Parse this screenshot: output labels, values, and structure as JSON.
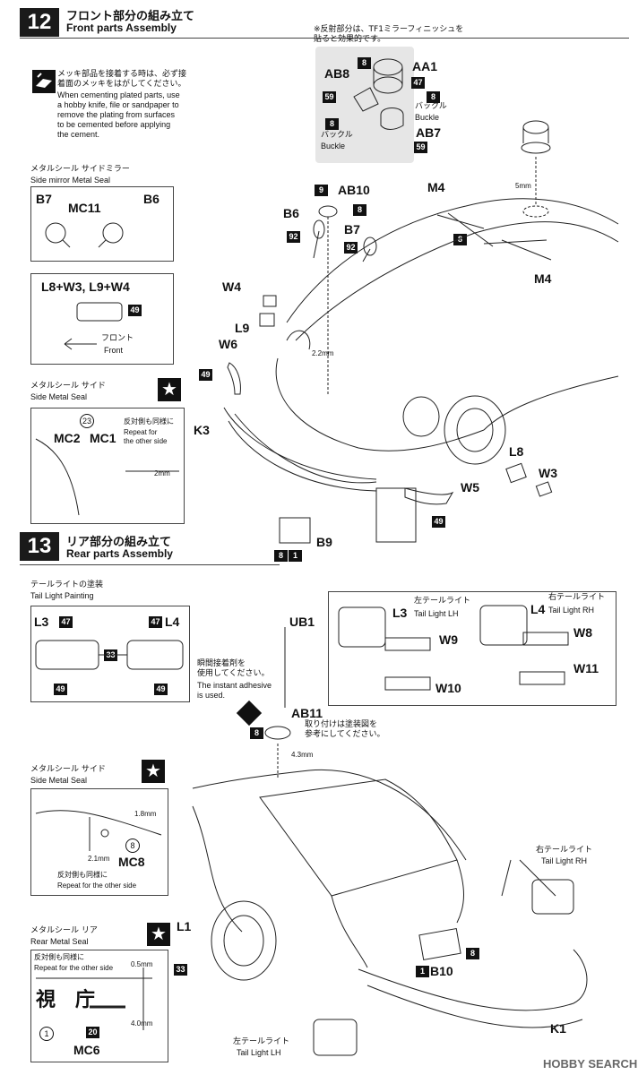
{
  "step12": {
    "number": "12",
    "title_jp": "フロント部分の組み立て",
    "title_en": "Front parts Assembly",
    "mirror_note_jp": "※反射部分は、TF1ミラーフィニッシュを\n貼ると効果的です。",
    "cement_note_jp": "メッキ部品を接着する時は、必ず接\n着面のメッキをはがしてください。",
    "cement_note_en": "When cementing plated parts, use\na hobby knife, file or sandpaper to\nremove the plating from surfaces\nto be cemented before applying\nthe cement.",
    "side_mirror_seal_jp": "メタルシール サイドミラー",
    "side_mirror_seal_en": "Side mirror Metal Seal",
    "mirror_parts": {
      "b7": "B7",
      "mc11": "MC11",
      "b6": "B6"
    },
    "lens_box": {
      "label": "L8+W3, L9+W4",
      "num": "49",
      "front_jp": "フロント",
      "front_en": "Front"
    },
    "side_seal_jp": "メタルシール サイド",
    "side_seal_en": "Side Metal Seal",
    "side_seal_box": {
      "circle": "23",
      "mc2": "MC2",
      "mc1": "MC1",
      "repeat_jp": "反対側も同様に",
      "repeat_en": "Repeat for\nthe other side",
      "dim": "2mm"
    },
    "light_group": {
      "aa1": "AA1",
      "ab8": "AB8",
      "ab7": "AB7",
      "n8a": "8",
      "n8b": "8",
      "n8c": "8",
      "n47": "47",
      "n59a": "59",
      "n59b": "59",
      "buckle_jp_a": "バックル",
      "buckle_en_a": "Buckle",
      "buckle_jp_b": "バックル",
      "buckle_en_b": "Buckle"
    },
    "dim_5mm": "5mm",
    "dim_22mm": "2.2mm",
    "parts": {
      "m4a": "M4",
      "m4b": "M4",
      "ab10": "AB10",
      "n9": "9",
      "n8_ab10": "8",
      "b6": "B6",
      "n92a": "92",
      "b7": "B7",
      "n92b": "92",
      "n8_m4": "8",
      "w4": "W4",
      "l9": "L9",
      "w6": "W6",
      "n49a": "49",
      "k3": "K3",
      "l8": "L8",
      "w3": "W3",
      "w5": "W5",
      "n49b": "49",
      "b9": "B9",
      "n8_b9": "8",
      "n1_b9": "1"
    }
  },
  "step13": {
    "number": "13",
    "title_jp": "リア部分の組み立て",
    "title_en": "Rear parts Assembly",
    "tail_paint_jp": "テールライトの塗装",
    "tail_paint_en": "Tail Light Painting",
    "tail_paint_box": {
      "l3": "L3",
      "l4": "L4",
      "n47a": "47",
      "n47b": "47",
      "n33": "33",
      "n49a": "49",
      "n49b": "49"
    },
    "ub1": "UB1",
    "instant_jp": "瞬間接着剤を\n使用してください。",
    "instant_en": "The instant adhesive\nis used.",
    "ab11": "AB11",
    "n8_ab11": "8",
    "attach_note_jp": "取り付けは塗装図を\n参考にしてください。",
    "dim_43mm": "4.3mm",
    "tail_box": {
      "left_jp": "左テールライト",
      "left_en": "Tail Light  LH",
      "l3": "L3",
      "w9": "W9",
      "w10": "W10",
      "right_jp": "右テールライト",
      "right_en": "Tail Light  RH",
      "l4": "L4",
      "w8": "W8",
      "w11": "W11"
    },
    "side_seal_jp": "メタルシール サイド",
    "side_seal_en": "Side Metal Seal",
    "side_seal_box": {
      "dim_a": "1.8mm",
      "dim_b": "2.1mm",
      "circle": "8",
      "mc8": "MC8",
      "repeat_jp": "反対側も同様に",
      "repeat_en": "Repeat for the other side"
    },
    "rear_seal_jp": "メタルシール リア",
    "rear_seal_en": "Rear Metal Seal",
    "rear_seal_box": {
      "repeat_jp": "反対側も同様に",
      "repeat_en": "Repeat for the other side",
      "dim_a": "0.5mm",
      "dim_b": "4.0mm",
      "char1": "視",
      "char2": "庁",
      "c1": "1",
      "c20": "20",
      "mc6": "MC6"
    },
    "parts": {
      "l1": "L1",
      "n33": "33",
      "b10": "B10",
      "n1_b10": "1",
      "n8_b10": "8",
      "k1": "K1",
      "right_tail_jp": "右テールライト",
      "right_tail_en": "Tail Light  RH",
      "left_tail_jp": "左テールライト",
      "left_tail_en": "Tail Light  LH"
    }
  },
  "watermark": "HOBBY SEARCH"
}
